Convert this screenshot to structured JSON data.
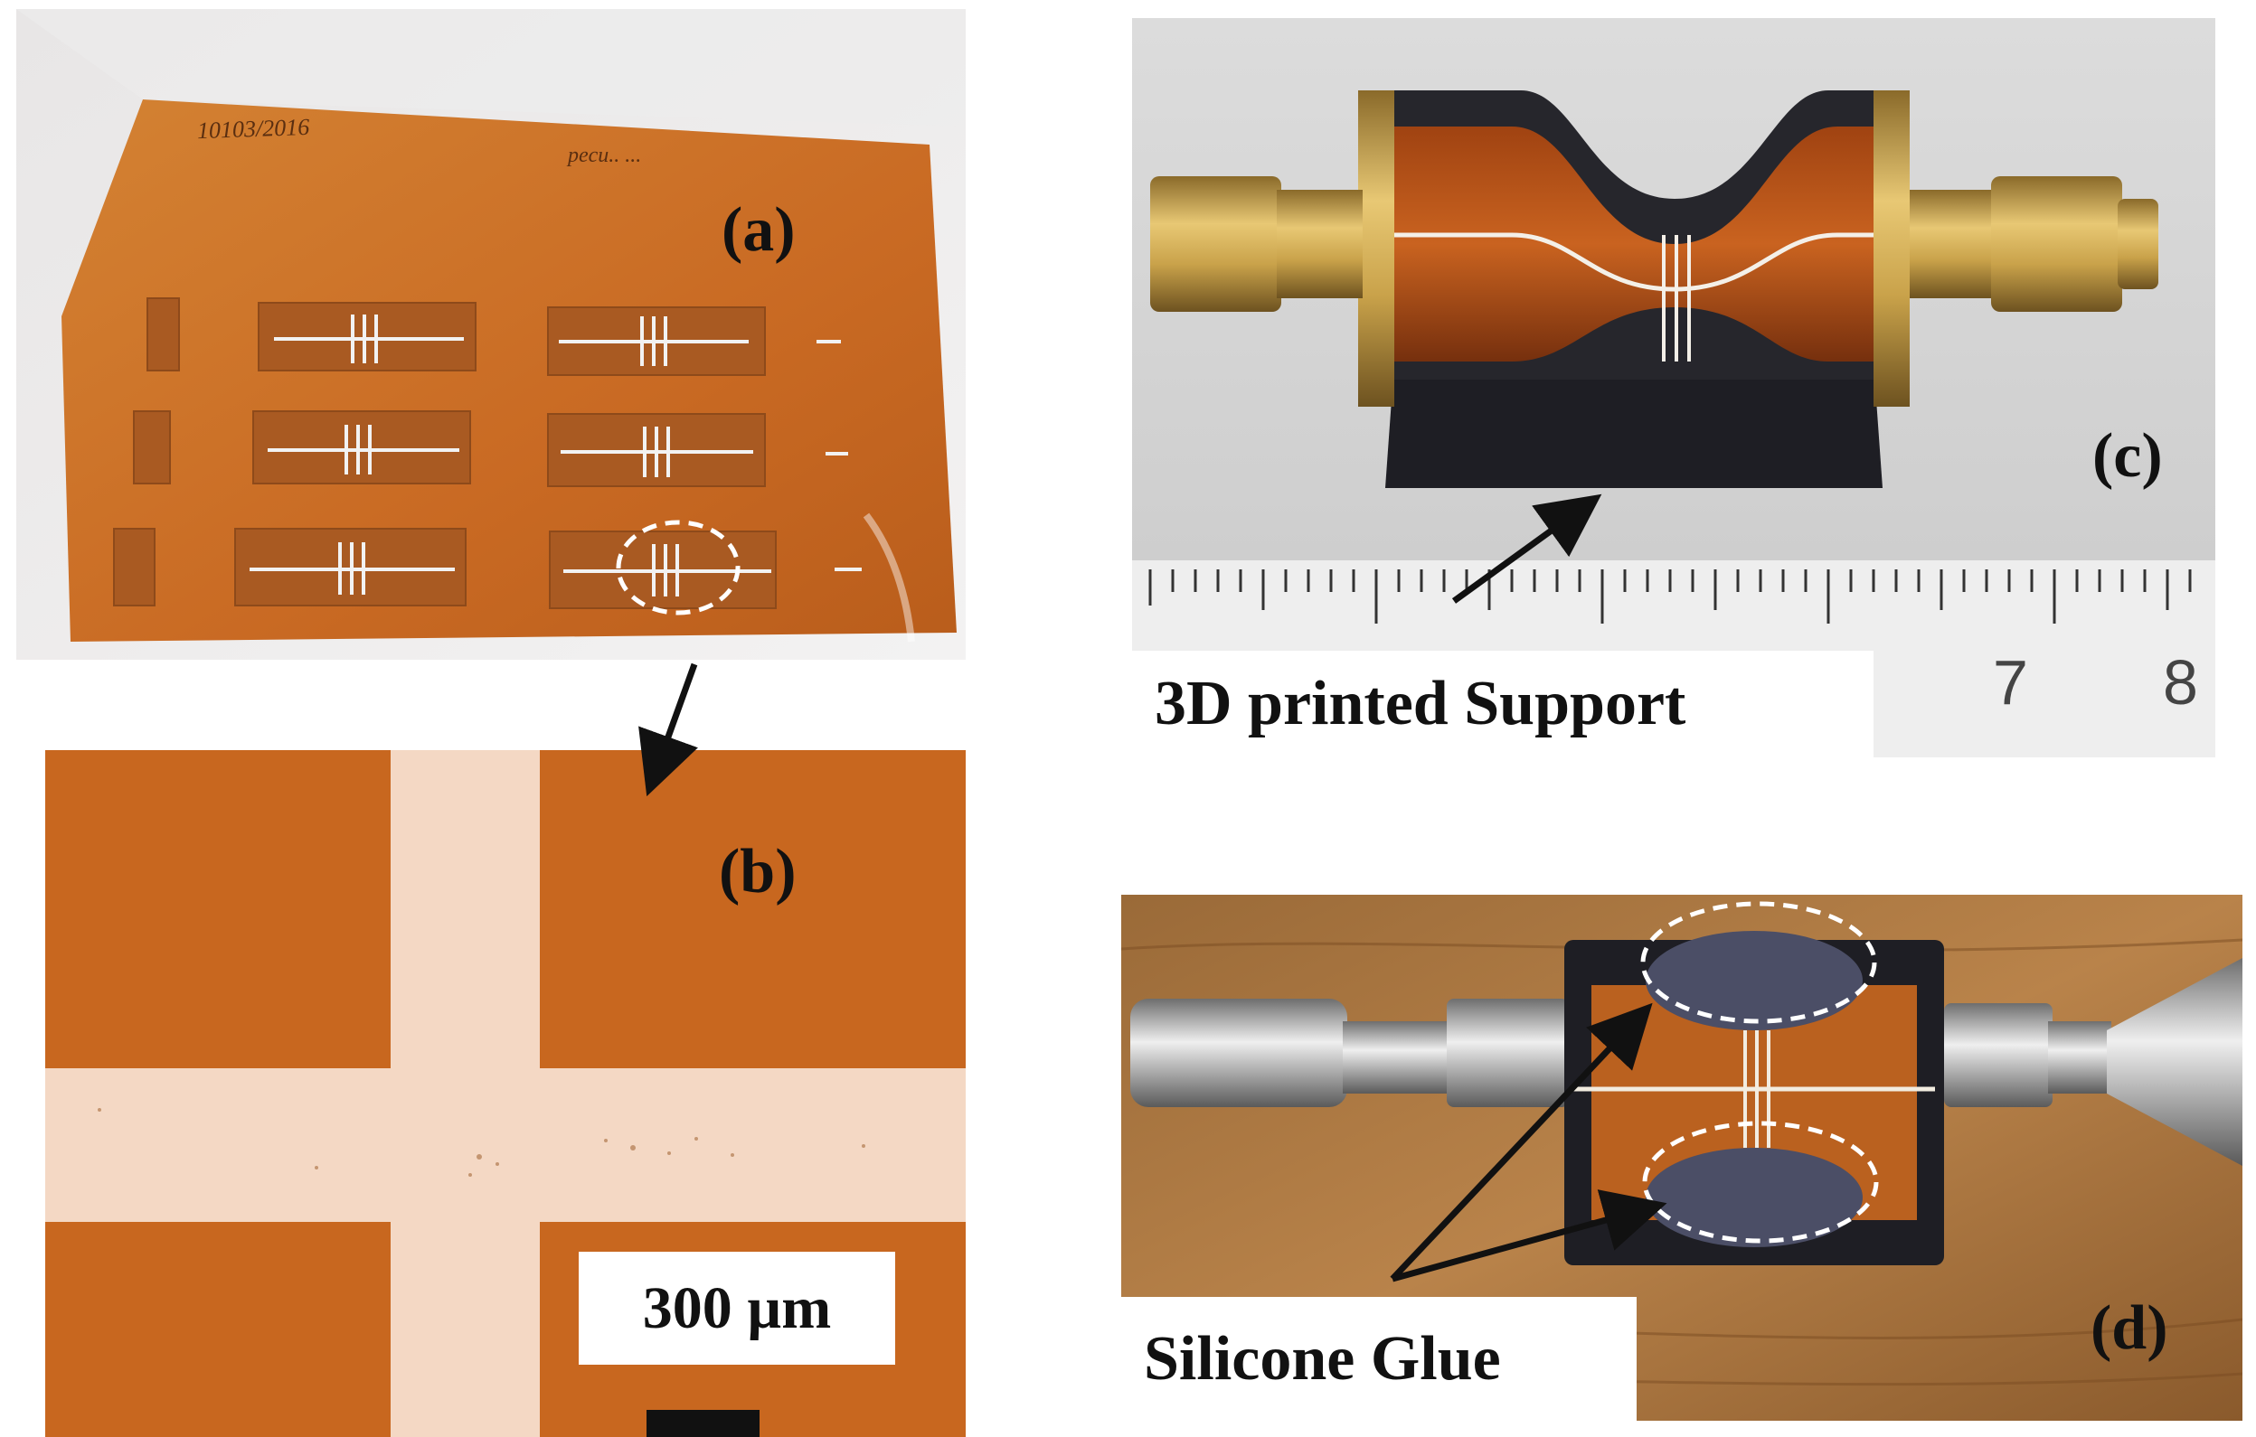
{
  "panels": {
    "a": {
      "label": "(a)",
      "handwritten_top_left": "10103/2016",
      "handwritten_top_right": "pecu.. ..."
    },
    "b": {
      "label": "(b)",
      "scale_bar": "300 µm"
    },
    "c": {
      "label": "(c)",
      "caption": "3D printed Support",
      "ruler_numbers": [
        "7",
        "8"
      ]
    },
    "d": {
      "label": "(d)",
      "caption": "Silicone Glue"
    }
  },
  "colors": {
    "kapton_orange": "#c8671f",
    "silver_trace": "#f4d8c4",
    "support_black": "#1e1e24",
    "brass": "#c9a24a"
  }
}
